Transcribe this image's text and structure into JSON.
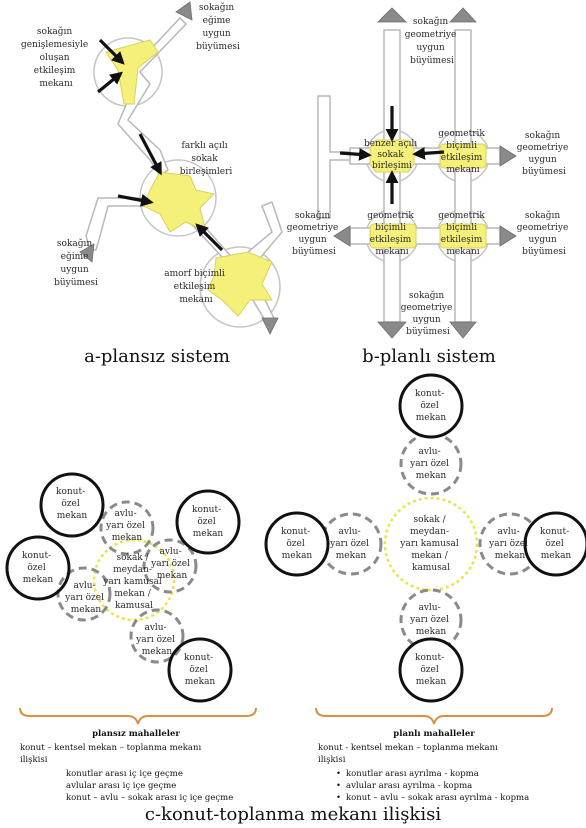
{
  "panel_a": {
    "caption": "a-plansız sistem",
    "labels": {
      "street_widening_space": [
        "sokağın",
        "genişlemesiyle",
        "oluşan",
        "etkileşim",
        "mekanı"
      ],
      "slope_growth_top": [
        "sokağın",
        "eğime",
        "uygun",
        "büyümesi"
      ],
      "angled_junctions": [
        "farklı açılı",
        "sokak",
        "birleşimleri"
      ],
      "slope_growth_bottom": [
        "sokağın",
        "eğime",
        "uygun",
        "büyümesi"
      ],
      "amorphous_space": [
        "amorf biçimli",
        "etkileşim",
        "mekanı"
      ]
    }
  },
  "panel_b": {
    "caption": "b-planlı sistem",
    "labels": {
      "geo_growth_top": [
        "sokağın",
        "geometriye",
        "uygun",
        "büyümesi"
      ],
      "similar_angle_junction": [
        "benzer açılı",
        "sokak",
        "birleşimi"
      ],
      "geo_space_right": [
        "geometrik",
        "biçimli",
        "etkileşim",
        "mekanı"
      ],
      "geo_growth_right": [
        "sokağın",
        "geometriye",
        "uygun",
        "büyümesi"
      ],
      "geo_space_bottom_left": [
        "geometrik",
        "biçimli",
        "etkileşim",
        "mekanı"
      ],
      "geo_space_bottom_right": [
        "geometrik",
        "biçimli",
        "etkileşim",
        "mekanı"
      ],
      "geo_growth_left": [
        "sokağın",
        "geometriye",
        "uygun",
        "büyümesi"
      ],
      "geo_growth_right2": [
        "sokağın",
        "geometriye",
        "uygun",
        "büyümesi"
      ],
      "geo_growth_bottom": [
        "sokağın",
        "geometriye",
        "uygun",
        "büyümesi"
      ]
    }
  },
  "panel_c": {
    "caption": "c-konut-toplanma mekanı ilişkisi",
    "left": {
      "house": [
        "konut-",
        "özel",
        "mekan"
      ],
      "courtyard": [
        "avlu-",
        "yarı özel",
        "mekan"
      ],
      "center": [
        "sokak /",
        "meydan-",
        "yarı kamusal",
        "mekan /",
        "kamusal"
      ],
      "heading": "plansız mahalleler",
      "text": [
        "konut – kentsel mekan – toplanma mekanı",
        "ilişkisi"
      ],
      "items": [
        "konutlar arası iç içe geçme",
        "avlular arası iç içe geçme",
        "konut – avlu – sokak arası iç içe geçme"
      ]
    },
    "right": {
      "house": [
        "konut-",
        "özel",
        "mekan"
      ],
      "courtyard": [
        "avlu-",
        "yarı özel",
        "mekan"
      ],
      "center": [
        "sokak /",
        "meydan-",
        "yarı kamusal",
        "mekan /",
        "kamusal"
      ],
      "heading": "planlı mahalleler",
      "text": [
        "konut - kentsel mekan – toplanma mekanı",
        "ilişkisi"
      ],
      "items": [
        "konutlar arası ayrılma - kopma",
        "avlular arası ayrılma - kopma",
        "konut – avlu – sokak arası ayrılma - kopma"
      ],
      "bullet": "•"
    }
  },
  "colors": {
    "highlight": "#f5f07a",
    "street_outline": "#b8b8b8",
    "arrow": "#111111",
    "growth_arrow": "#8a8a8a",
    "brace": "#d99040",
    "dashed": "#8a8a8a",
    "dotted": "#ece24a"
  }
}
